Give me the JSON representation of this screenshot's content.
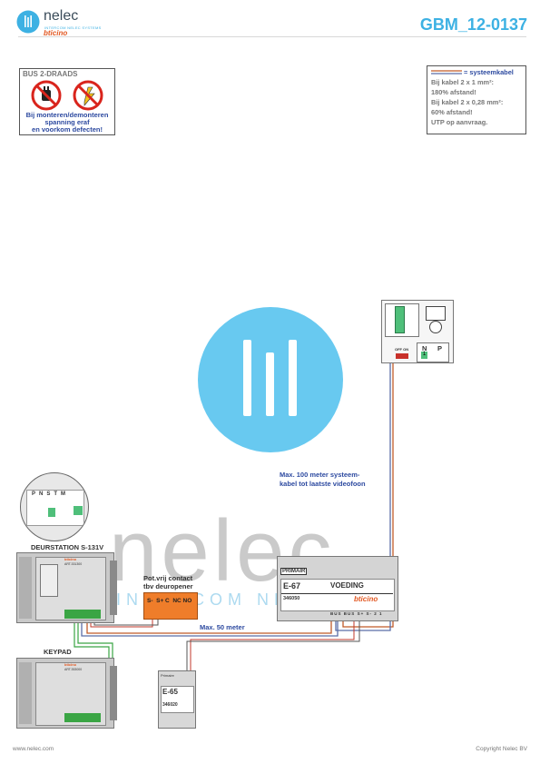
{
  "header": {
    "brand": "nelec",
    "brand_tagline": "INTERCOM NELEC SYSTEMS",
    "partner": "bticino",
    "doc_id": "GBM_12-0137"
  },
  "warning_box": {
    "title": "BUS 2-DRAADS",
    "line1": "Bij monteren/demonteren",
    "line2": "spanning eraf",
    "line3": "en voorkom defecten!"
  },
  "cable_note": {
    "line1": "= systeemkabel",
    "line2": "Bij kabel 2 x 1 mm²:",
    "line3": "180% afstand!",
    "line4": "Bij kabel 2 x 0,28 mm²:",
    "line5": "60% afstand!",
    "line6": "UTP op aanvraag."
  },
  "watermark": {
    "word": "nelec",
    "sub": "INTERCOM NELEC SY"
  },
  "devices": {
    "door_station_label": "DEURSTATION S-131V",
    "door_station_part": "ART.331300",
    "keypad_label": "KEYPAD",
    "keypad_part": "ART.353000",
    "terminal_letters": [
      "P",
      "N",
      "S",
      "T",
      "M"
    ],
    "relay_caption_1": "Pot.vrij contact",
    "relay_caption_2": "tbv deuropener",
    "relay_terminals": "S-  S+ C  NC NO",
    "psu_primary": "PRIMAIR",
    "psu_model": "E-67",
    "psu_name": "VOEDING",
    "psu_part": "346050",
    "psu_out_labels": [
      "BUS",
      "BUS",
      "S+",
      "S-",
      "2",
      "1"
    ],
    "e65_model": "E-65",
    "e65_part": "346020",
    "e65_small": "Primaire",
    "monitor_np": [
      "N",
      "P"
    ],
    "monitor_offon": "OFF ON",
    "monitor_jumper": "1"
  },
  "annotations": {
    "max100_1": "Max. 100 meter systeem-",
    "max100_2": "kabel tot laatste videofoon",
    "max50": "Max. 50 meter"
  },
  "footer": {
    "left": "www.nelec.com",
    "right": "Copyright Nelec BV"
  }
}
